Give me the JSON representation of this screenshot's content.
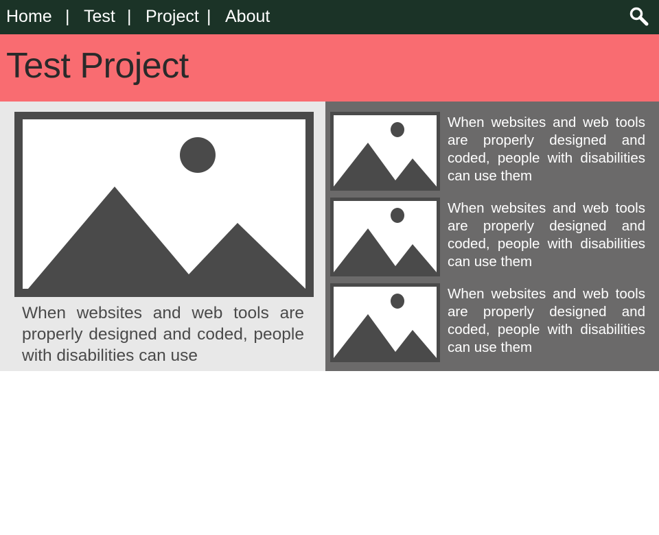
{
  "nav": {
    "items": [
      {
        "label": "Home"
      },
      {
        "label": "Test"
      },
      {
        "label": "Project"
      },
      {
        "label": "About"
      }
    ],
    "separator": "|",
    "search_icon": "search-icon"
  },
  "banner": {
    "title": "Test Project"
  },
  "featured": {
    "image_icon": "image-placeholder-icon",
    "text": "When websites and web tools are properly designed and coded, people with disabilities can use"
  },
  "cards": [
    {
      "image_icon": "image-placeholder-icon",
      "text": "When websites and web tools are properly designed and coded, people with disabili­ties can use them"
    },
    {
      "image_icon": "image-placeholder-icon",
      "text": "When websites and web tools are properly designed and coded, people with disabili­ties can use them"
    },
    {
      "image_icon": "image-placeholder-icon",
      "text": "When websites and web tools are properly designed and coded, people with disabili­ties can use them"
    }
  ],
  "colors": {
    "nav_bg": "#1b3327",
    "banner_bg": "#f96c71",
    "left_panel_bg": "#e8e8e8",
    "right_panel_bg": "#6b6a6a",
    "placeholder_dark": "#4a4a4a"
  }
}
